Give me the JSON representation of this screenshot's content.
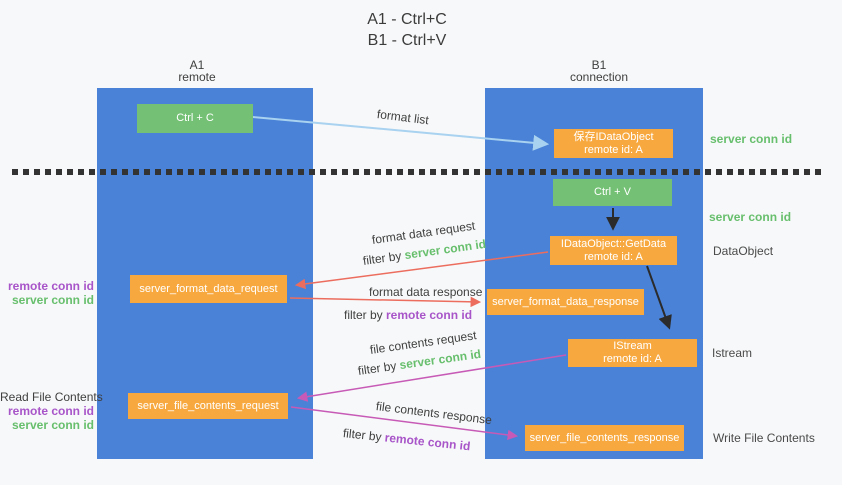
{
  "title": {
    "line1": "A1 - Ctrl+C",
    "line2": "B1 - Ctrl+V"
  },
  "columns": {
    "a1": {
      "header_line1": "A1",
      "header_line2": "remote"
    },
    "b1": {
      "header_line1": "B1",
      "header_line2": "connection"
    }
  },
  "nodes": {
    "ctrl_c": {
      "label": "Ctrl + C"
    },
    "save_idataobject": {
      "line1": "保存IDataObject",
      "line2": "remote id: A"
    },
    "ctrl_v": {
      "label": "Ctrl + V"
    },
    "getdata": {
      "line1": "IDataObject::GetData",
      "line2": "remote id: A"
    },
    "server_format_data_request": {
      "label": "server_format_data_request"
    },
    "server_format_data_response": {
      "label": "server_format_data_response"
    },
    "istream": {
      "line1": "IStream",
      "line2": "remote id: A"
    },
    "server_file_contents_request": {
      "label": "server_file_contents_request"
    },
    "server_file_contents_response": {
      "label": "server_file_contents_response"
    }
  },
  "edge_labels": {
    "format_list": "format list",
    "format_data_request": "format data request",
    "format_data_response": "format data response",
    "file_contents_request": "file contents request",
    "file_contents_response": "file contents response",
    "filter_by": "filter by ",
    "server_conn_id": "server conn id",
    "remote_conn_id": "remote conn id"
  },
  "side_labels": {
    "server_conn_id_top": "server conn id",
    "server_conn_id_mid": "server conn id",
    "dataobject": "DataObject",
    "istream": "Istream",
    "write_file_contents": "Write File Contents",
    "read_file_contents": "Read File Contents",
    "remote_conn_id": "remote conn id",
    "server_conn_id": "server conn id"
  },
  "colors": {
    "background": "#f7f8f9",
    "column_blue": "#4a82d7",
    "node_green": "#74c175",
    "node_orange": "#f7a940",
    "arrow_light_blue": "#a8d2f0",
    "arrow_black": "#2b2b2b",
    "arrow_red": "#ec6d5e",
    "arrow_magenta": "#c75ab6",
    "text_green": "#67bf6d",
    "text_purple": "#a855c9",
    "text_dark": "#3f3f3f"
  }
}
